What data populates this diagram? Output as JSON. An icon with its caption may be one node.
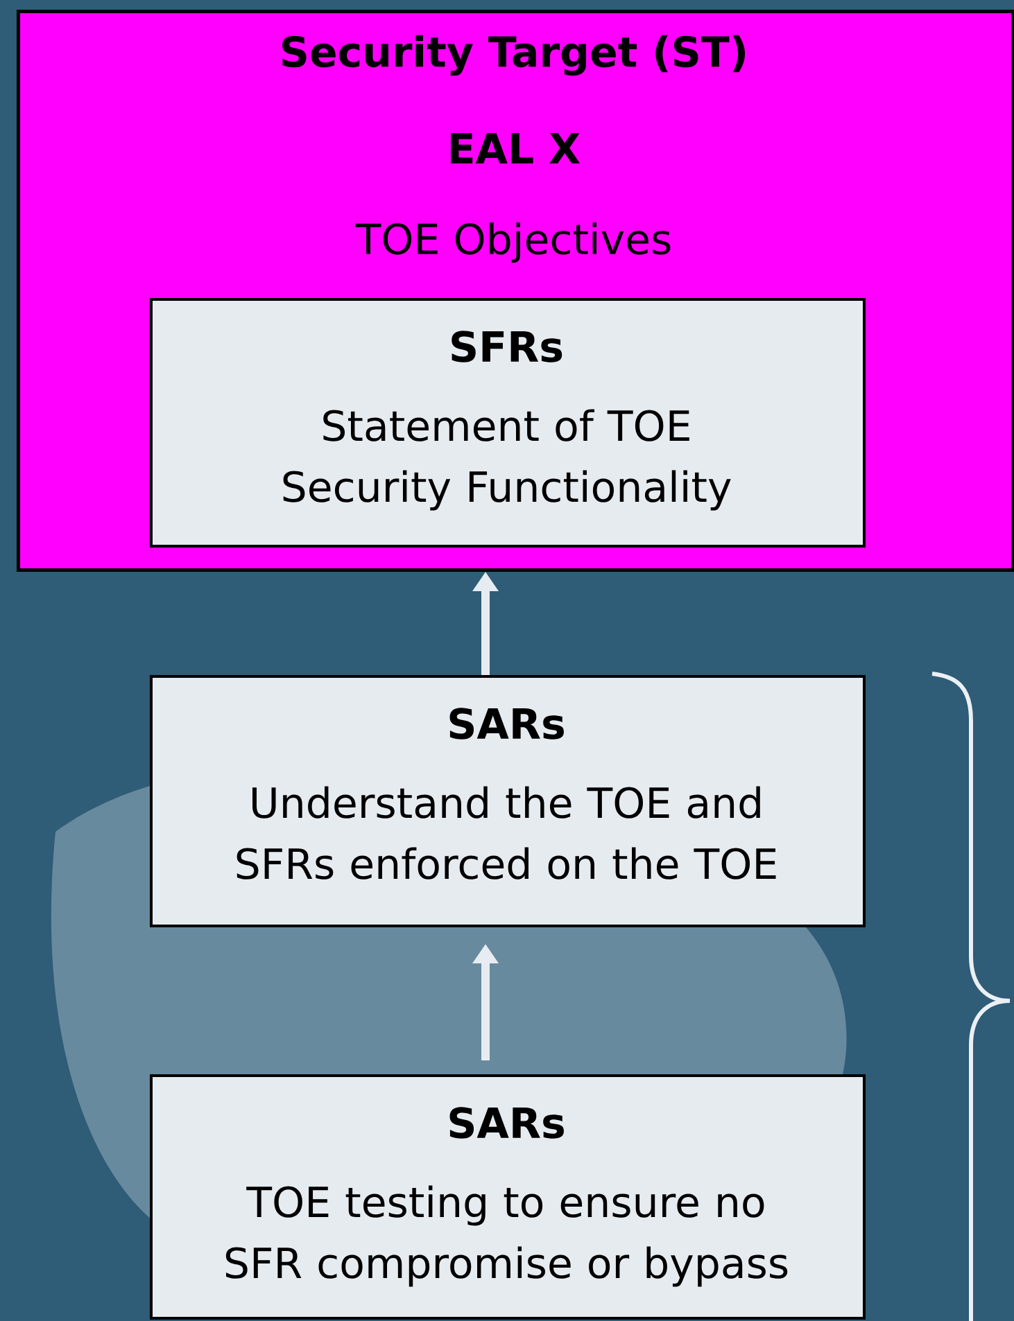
{
  "diagram": {
    "nodes": [
      {
        "text": [
          "Security Target (ST)",
          "EAL X",
          "TOE Objectives"
        ]
      },
      {
        "text": [
          "SFRs",
          "Statement of TOE Security Functionality"
        ],
        "in": 0
      },
      {
        "text": [
          "SARs",
          "Understand the TOE and SFRs enforced on the TOE"
        ]
      },
      {
        "text": [
          "SARs",
          "TOE testing to ensure no SFR compromise or bypass"
        ]
      }
    ],
    "edges": [
      {
        "from": 2,
        "to": 0,
        "arrow": "to"
      },
      {
        "from": 3,
        "to": 2,
        "arrow": "to"
      }
    ]
  }
}
